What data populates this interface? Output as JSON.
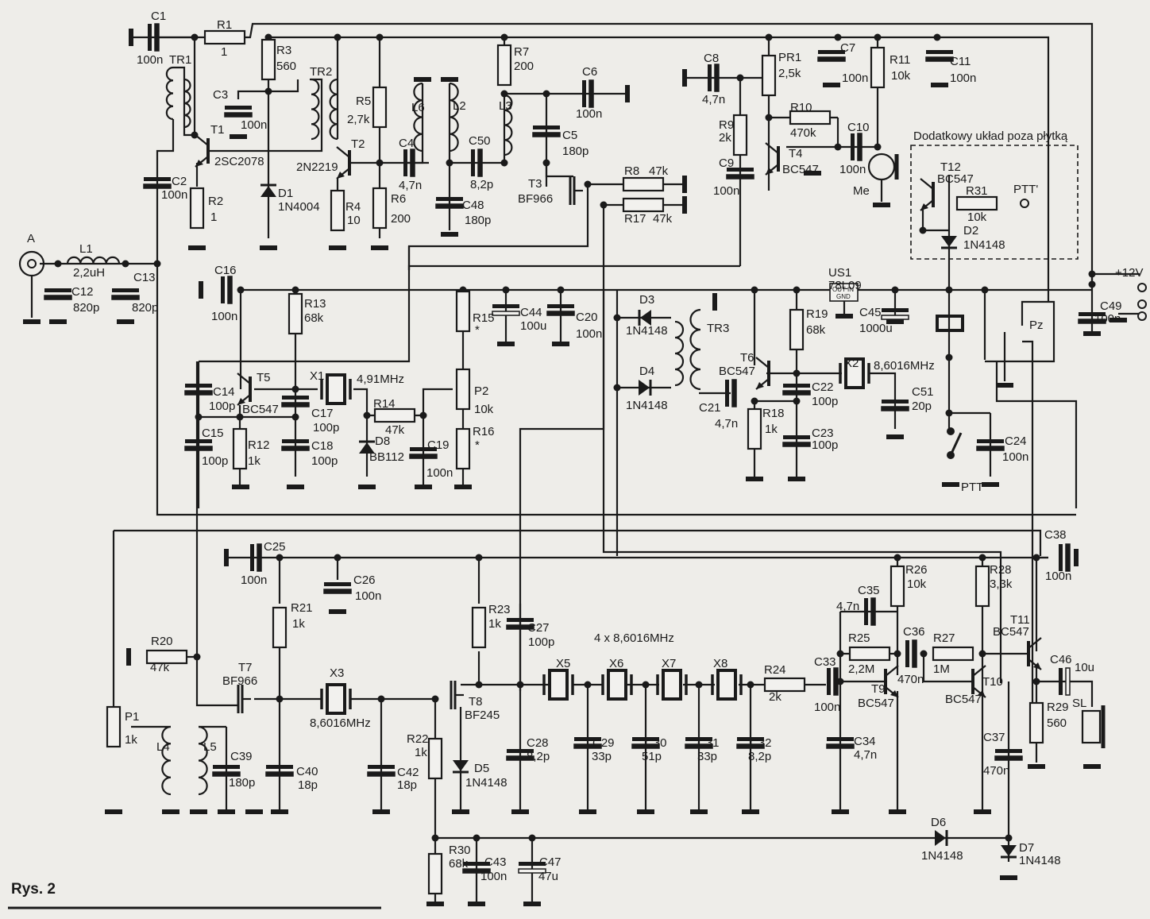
{
  "figure": {
    "caption": "Rys. 2",
    "subcircuit_note": "Dodatkowy układ poza płytką",
    "filter_note": "4 x 8,6016MHz"
  },
  "terminals": {
    "antenna": "A",
    "supply": "+12V",
    "ptt_input": "PTT'",
    "ptt_switch": "PTT",
    "relay": "Pz",
    "microphone": "Me",
    "speaker": "SL"
  },
  "components": {
    "C1": {
      "ref": "C1",
      "value": "100n"
    },
    "C2": {
      "ref": "C2",
      "value": "100n"
    },
    "C3": {
      "ref": "C3",
      "value": "100n"
    },
    "C4": {
      "ref": "C4",
      "value": "4,7n"
    },
    "C5": {
      "ref": "C5",
      "value": "180p"
    },
    "C6": {
      "ref": "C6",
      "value": "100n"
    },
    "C7": {
      "ref": "C7",
      "value": "100n"
    },
    "C8": {
      "ref": "C8",
      "value": "4,7n"
    },
    "C9": {
      "ref": "C9",
      "value": "100n"
    },
    "C10": {
      "ref": "C10",
      "value": "100n"
    },
    "C11": {
      "ref": "C11",
      "value": "100n"
    },
    "C12": {
      "ref": "C12",
      "value": "820p"
    },
    "C13": {
      "ref": "C13",
      "value": "820p"
    },
    "C14": {
      "ref": "C14",
      "value": "100p"
    },
    "C15": {
      "ref": "C15",
      "value": "100p"
    },
    "C16": {
      "ref": "C16",
      "value": "100n"
    },
    "C17": {
      "ref": "C17",
      "value": "100p"
    },
    "C18": {
      "ref": "C18",
      "value": "100p"
    },
    "C19": {
      "ref": "C19",
      "value": "100n"
    },
    "C20": {
      "ref": "C20",
      "value": "100n"
    },
    "C21": {
      "ref": "C21",
      "value": "4,7n"
    },
    "C22": {
      "ref": "C22",
      "value": "100p"
    },
    "C23": {
      "ref": "C23",
      "value": "100p"
    },
    "C24": {
      "ref": "C24",
      "value": "100n"
    },
    "C25": {
      "ref": "C25",
      "value": "100n"
    },
    "C26": {
      "ref": "C26",
      "value": "100n"
    },
    "C27": {
      "ref": "C27",
      "value": "100p"
    },
    "C28": {
      "ref": "C28",
      "value": "8,2p"
    },
    "C29": {
      "ref": "C29",
      "value": "33p"
    },
    "C30": {
      "ref": "C30",
      "value": "51p"
    },
    "C31": {
      "ref": "C31",
      "value": "33p"
    },
    "C32": {
      "ref": "C32",
      "value": "8,2p"
    },
    "C33": {
      "ref": "C33",
      "value": "100n"
    },
    "C34": {
      "ref": "C34",
      "value": "4,7n"
    },
    "C35": {
      "ref": "C35",
      "value": "4,7n"
    },
    "C36": {
      "ref": "C36",
      "value": "470n"
    },
    "C37": {
      "ref": "C37",
      "value": "470n"
    },
    "C38": {
      "ref": "C38",
      "value": "100n"
    },
    "C39": {
      "ref": "C39",
      "value": "180p"
    },
    "C40": {
      "ref": "C40",
      "value": "18p"
    },
    "C42": {
      "ref": "C42",
      "value": "18p"
    },
    "C43": {
      "ref": "C43",
      "value": "100n"
    },
    "C44": {
      "ref": "C44",
      "value": "100u"
    },
    "C45": {
      "ref": "C45",
      "value": "1000u"
    },
    "C46": {
      "ref": "C46",
      "value": "10u"
    },
    "C47": {
      "ref": "C47",
      "value": "47u"
    },
    "C48": {
      "ref": "C48",
      "value": "180p"
    },
    "C49": {
      "ref": "C49",
      "value": "100n"
    },
    "C50": {
      "ref": "C50",
      "value": "8,2p"
    },
    "C51": {
      "ref": "C51",
      "value": "20p"
    },
    "R1": {
      "ref": "R1",
      "value": "1"
    },
    "R2": {
      "ref": "R2",
      "value": "1"
    },
    "R3": {
      "ref": "R3",
      "value": "560"
    },
    "R4": {
      "ref": "R4",
      "value": "10"
    },
    "R5": {
      "ref": "R5",
      "value": "2,7k"
    },
    "R6": {
      "ref": "R6",
      "value": "200"
    },
    "R7": {
      "ref": "R7",
      "value": "200"
    },
    "R8": {
      "ref": "R8",
      "value": "47k"
    },
    "R9": {
      "ref": "R9",
      "value": "2k"
    },
    "R10": {
      "ref": "R10",
      "value": "470k"
    },
    "R11": {
      "ref": "R11",
      "value": "10k"
    },
    "R12": {
      "ref": "R12",
      "value": "1k"
    },
    "R13": {
      "ref": "R13",
      "value": "68k"
    },
    "R14": {
      "ref": "R14",
      "value": "47k"
    },
    "R15": {
      "ref": "R15",
      "value": "*"
    },
    "R16": {
      "ref": "R16",
      "value": "*"
    },
    "R17": {
      "ref": "R17",
      "value": "47k"
    },
    "R18": {
      "ref": "R18",
      "value": "1k"
    },
    "R19": {
      "ref": "R19",
      "value": "68k"
    },
    "R20": {
      "ref": "R20",
      "value": "47k"
    },
    "R21": {
      "ref": "R21",
      "value": "1k"
    },
    "R22": {
      "ref": "R22",
      "value": "1k"
    },
    "R23": {
      "ref": "R23",
      "value": "1k"
    },
    "R24": {
      "ref": "R24",
      "value": "2k"
    },
    "R25": {
      "ref": "R25",
      "value": "2,2M"
    },
    "R26": {
      "ref": "R26",
      "value": "10k"
    },
    "R27": {
      "ref": "R27",
      "value": "1M"
    },
    "R28": {
      "ref": "R28",
      "value": "3,3k"
    },
    "R29": {
      "ref": "R29",
      "value": "560"
    },
    "R30": {
      "ref": "R30",
      "value": "68k"
    },
    "R31": {
      "ref": "R31",
      "value": "10k"
    },
    "P1": {
      "ref": "P1",
      "value": "1k"
    },
    "P2": {
      "ref": "P2",
      "value": "10k"
    },
    "PR1": {
      "ref": "PR1",
      "value": "2,5k"
    },
    "L1": {
      "ref": "L1",
      "value": "2,2uH"
    },
    "L2": {
      "ref": "L2"
    },
    "L3": {
      "ref": "L3"
    },
    "L4": {
      "ref": "L4"
    },
    "L5": {
      "ref": "L5"
    },
    "L6": {
      "ref": "L6"
    },
    "TR1": {
      "ref": "TR1"
    },
    "TR2": {
      "ref": "TR2"
    },
    "TR3": {
      "ref": "TR3"
    },
    "T1": {
      "ref": "T1",
      "value": "2SC2078"
    },
    "T2": {
      "ref": "T2",
      "value": "2N2219"
    },
    "T3": {
      "ref": "T3",
      "value": "BF966"
    },
    "T4": {
      "ref": "T4",
      "value": "BC547"
    },
    "T5": {
      "ref": "T5",
      "value": "BC547"
    },
    "T6": {
      "ref": "T6",
      "value": "BC547"
    },
    "T7": {
      "ref": "T7",
      "value": "BF966"
    },
    "T8": {
      "ref": "T8",
      "value": "BF245"
    },
    "T9": {
      "ref": "T9",
      "value": "BC547"
    },
    "T10": {
      "ref": "T10",
      "value": "BC547"
    },
    "T11": {
      "ref": "T11",
      "value": "BC547"
    },
    "T12": {
      "ref": "T12",
      "value": "BC547"
    },
    "D1": {
      "ref": "D1",
      "value": "1N4004"
    },
    "D2": {
      "ref": "D2",
      "value": "1N4148"
    },
    "D3": {
      "ref": "D3",
      "value": "1N4148"
    },
    "D4": {
      "ref": "D4",
      "value": "1N4148"
    },
    "D5": {
      "ref": "D5",
      "value": "1N4148"
    },
    "D6": {
      "ref": "D6",
      "value": "1N4148"
    },
    "D7": {
      "ref": "D7",
      "value": "1N4148"
    },
    "D8": {
      "ref": "D8",
      "value": "BB112"
    },
    "X1": {
      "ref": "X1",
      "value": "4,91MHz"
    },
    "X2": {
      "ref": "X2",
      "value": "8,6016MHz"
    },
    "X3": {
      "ref": "X3",
      "value": "8,6016MHz"
    },
    "X5": {
      "ref": "X5"
    },
    "X6": {
      "ref": "X6"
    },
    "X7": {
      "ref": "X7"
    },
    "X8": {
      "ref": "X8"
    },
    "US1": {
      "ref": "US1",
      "value": "78L09",
      "pins": "OUT IN",
      "gnd_pin": "GND"
    }
  }
}
